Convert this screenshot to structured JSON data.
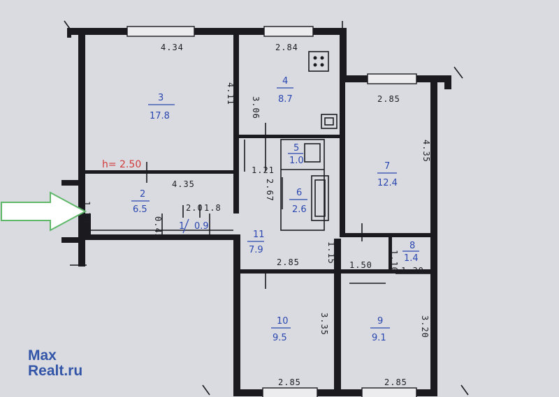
{
  "plan": {
    "ceiling_height": "h= 2.50",
    "rooms": [
      {
        "id": "3",
        "number": "3",
        "area": "17.8"
      },
      {
        "id": "4",
        "number": "4",
        "area": "8.7"
      },
      {
        "id": "7",
        "number": "7",
        "area": "12.4"
      },
      {
        "id": "5",
        "number": "5",
        "area": "1.0"
      },
      {
        "id": "6",
        "number": "6",
        "area": "2.6"
      },
      {
        "id": "2",
        "number": "2",
        "area": "6.5"
      },
      {
        "id": "1",
        "number": "1",
        "area": "0.9"
      },
      {
        "id": "11",
        "number": "11",
        "area": "7.9"
      },
      {
        "id": "8",
        "number": "8",
        "area": "1.4"
      },
      {
        "id": "10",
        "number": "10",
        "area": "9.5"
      },
      {
        "id": "9",
        "number": "9",
        "area": "9.1"
      }
    ],
    "dimensions": {
      "d434": "4.34",
      "d284top": "2.84",
      "d285r7": "2.85",
      "d306": "3.06",
      "d411": "4.11",
      "d435v": "4.35",
      "d435h": "4.35",
      "d121": "1.21",
      "d267": "2.67",
      "d170": "1.70",
      "d20": "2.0",
      "d18": "1.8",
      "d045": "0.45",
      "d115": "1.15",
      "d285mid": "2.85",
      "d150": "1.50",
      "d130": "1.30",
      "d110": "1.10",
      "d335": "3.35",
      "d320": "3.20",
      "d285b10": "2.85",
      "d285b9": "2.85"
    }
  },
  "logo": {
    "line1": "Max",
    "line2": "Realt.ru"
  },
  "colors": {
    "paper": "#d9dbe0",
    "wall": "#1b1b1f",
    "room_text": "#2a46b0",
    "ceiling_text": "#d23a3a",
    "arrow_fill": "#ffffff",
    "arrow_stroke": "#5fb86a",
    "logo": "#3355a8"
  }
}
